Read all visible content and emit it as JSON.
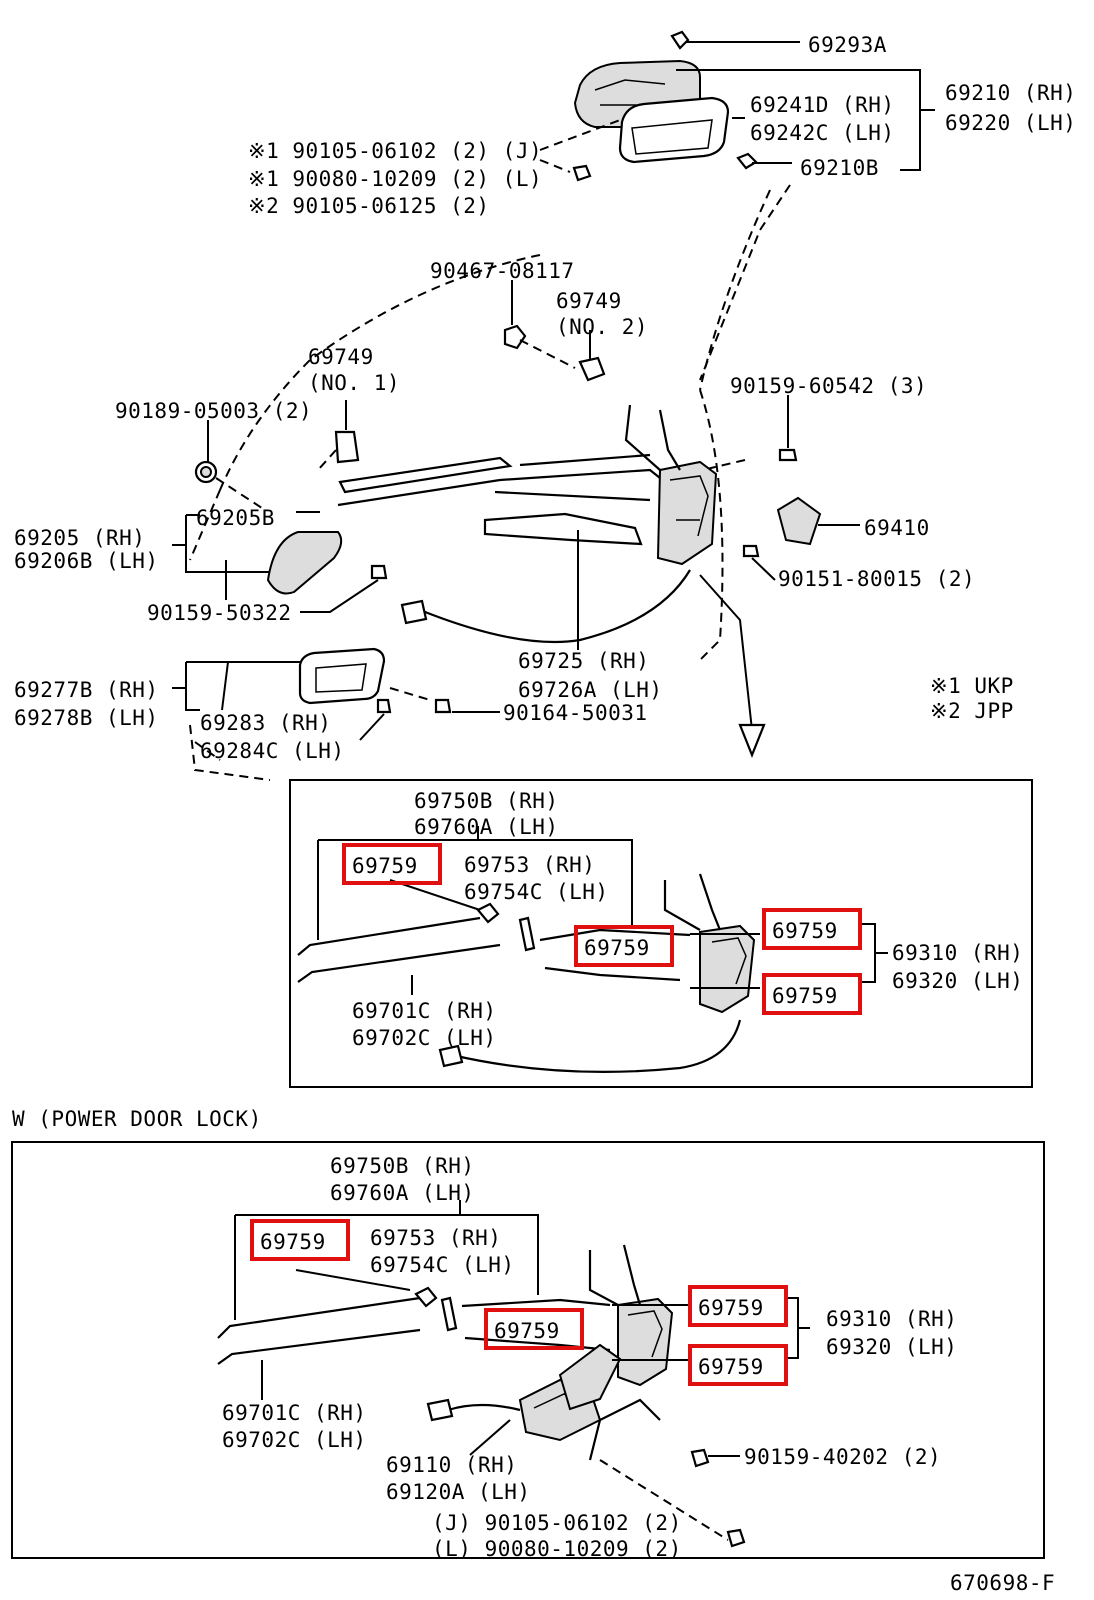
{
  "labels": {
    "p69293a": "69293A",
    "p69210": "69210 (RH)",
    "p69220": "69220 (LH)",
    "p69241d": "69241D (RH)",
    "p69242c": "69242C (LH)",
    "p69210b": "69210B",
    "f1": "※1 90105-06102 (2) (J)",
    "f2": "※1 90080-10209 (2) (L)",
    "f3": "※2 90105-06125 (2)",
    "p90467": "90467-08117",
    "p69749n2a": "69749",
    "p69749n2b": "(NO. 2)",
    "p69749n1a": "69749",
    "p69749n1b": "(NO. 1)",
    "p90189": "90189-05003 (2)",
    "p90159_60542": "90159-60542 (3)",
    "p69205": "69205   (RH)",
    "p69206b": "69206B (LH)",
    "p69205b": "69205B",
    "p69410": "69410",
    "p90151": "90151-80015 (2)",
    "p90159_50322": "90159-50322",
    "p69725": "69725   (RH)",
    "p69726a": "69726A (LH)",
    "note1": "※1  UKP",
    "note2": "※2  JPP",
    "p69277b": "69277B (RH)",
    "p69278b": "69278B (LH)",
    "p69283": "69283   (RH)",
    "p69284c": "69284C (LH)",
    "p90164": "90164-50031",
    "section_title": "W (POWER  DOOR  LOCK)",
    "footer_code": "670698-F"
  },
  "box1": {
    "p69750b": "69750B (RH)",
    "p69760a": "69760A (LH)",
    "p69753": "69753   (RH)",
    "p69754c": "69754C (LH)",
    "p69701c": "69701C (RH)",
    "p69702c": "69702C (LH)",
    "p69310": "69310 (RH)",
    "p69320": "69320 (LH)",
    "clip_a": "69759",
    "clip_b": "69759",
    "clip_c": "69759",
    "clip_d": "69759"
  },
  "box2": {
    "p69750b": "69750B (RH)",
    "p69760a": "69760A (LH)",
    "p69753": "69753   (RH)",
    "p69754c": "69754C (LH)",
    "p69701c": "69701C (RH)",
    "p69702c": "69702C (LH)",
    "p69310": "69310 (RH)",
    "p69320": "69320 (LH)",
    "p69110": "69110   (RH)",
    "p69120a": "69120A (LH)",
    "p90159_40202": "90159-40202 (2)",
    "j_bolt": "(J)  90105-06102 (2)",
    "l_bolt": "(L)  90080-10209 (2)",
    "clip_a": "69759",
    "clip_b": "69759",
    "clip_c": "69759",
    "clip_d": "69759"
  },
  "colors": {
    "highlight": "#e01010",
    "ink": "#000000",
    "background": "#ffffff"
  }
}
